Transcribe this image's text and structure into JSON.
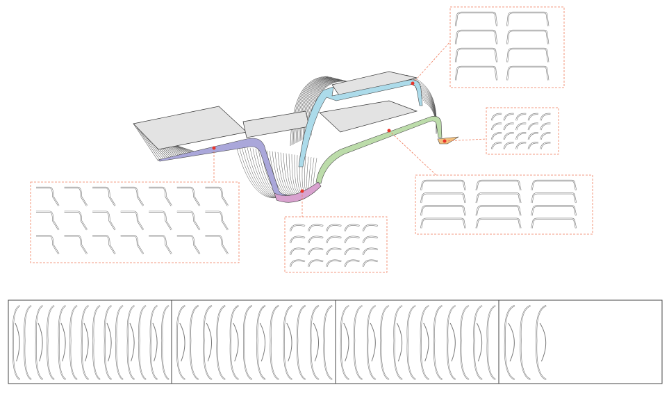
{
  "colors": {
    "seat_panel": "#e3e3e3",
    "rib_stroke": "#555555",
    "part_stroke": "#777777",
    "callout_line": "#f07a5a",
    "marker": "#e8352a",
    "frame_left": "#aaa7da",
    "frame_top": "#acdbea",
    "frame_right": "#bcdcaa",
    "frame_bottom": "#d9a2cf",
    "frame_tail": "#f3c07e",
    "sheet_border": "#444444"
  },
  "callouts": [
    {
      "id": "top-frame-parts",
      "color_key": "frame_top",
      "rows": 4,
      "cols": 2,
      "shape": "arch"
    },
    {
      "id": "tail-parts",
      "color_key": "frame_tail",
      "rows": 4,
      "cols": 5,
      "shape": "hook"
    },
    {
      "id": "left-frame-parts",
      "color_key": "frame_left",
      "rows": 3,
      "cols": 7,
      "shape": "step"
    },
    {
      "id": "bottom-parts",
      "color_key": "frame_bottom",
      "rows": 4,
      "cols": 5,
      "shape": "curve"
    },
    {
      "id": "right-frame-parts",
      "color_key": "frame_right",
      "rows": 4,
      "cols": 3,
      "shape": "arch"
    }
  ],
  "cutting_sheets": 4
}
